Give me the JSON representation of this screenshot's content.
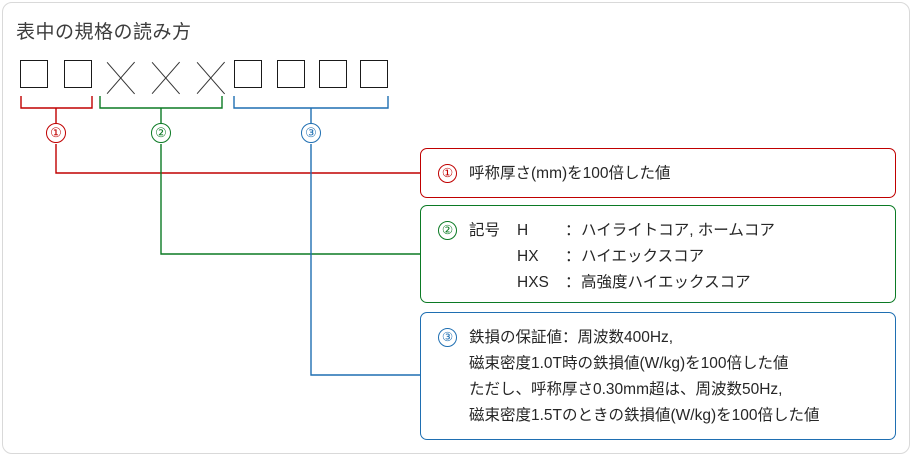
{
  "figure": {
    "title": "表中の規格の読み方",
    "colors": {
      "marker1": "#c00000",
      "marker2": "#0b7a24",
      "marker3": "#1f6fb2",
      "glyph": "#1a1a1a",
      "frame": "#d9d9d9"
    }
  },
  "code_pattern": {
    "groups": [
      {
        "id": "group-1",
        "marker": "①",
        "color": "#c00000",
        "glyph": "square",
        "count": 2
      },
      {
        "id": "group-2",
        "marker": "②",
        "color": "#0b7a24",
        "glyph": "cross",
        "count": 3
      },
      {
        "id": "group-3",
        "marker": "③",
        "color": "#1f6fb2",
        "glyph": "square",
        "count": 4
      }
    ]
  },
  "callouts": [
    {
      "id": "callout-1",
      "marker": "①",
      "color": "#c00000",
      "lines": [
        "呼称厚さ(mm)を100倍した値"
      ]
    },
    {
      "id": "callout-2",
      "marker": "②",
      "color": "#0b7a24",
      "label": "記号",
      "symbols": [
        {
          "code": "H",
          "sep": "：",
          "desc": "ハイライトコア, ホームコア"
        },
        {
          "code": "HX",
          "sep": "：",
          "desc": "ハイエックスコア"
        },
        {
          "code": "HXS",
          "sep": "：",
          "desc": "高強度ハイエックスコア"
        }
      ]
    },
    {
      "id": "callout-3",
      "marker": "③",
      "color": "#1f6fb2",
      "lines": [
        "鉄損の保証値：周波数400Hz,",
        "磁束密度1.0T時の鉄損値(W/kg)を100倍した値",
        "ただし、呼称厚さ0.30mm超は、周波数50Hz,",
        "磁束密度1.5Tのときの鉄損値(W/kg)を100倍した値"
      ]
    }
  ]
}
